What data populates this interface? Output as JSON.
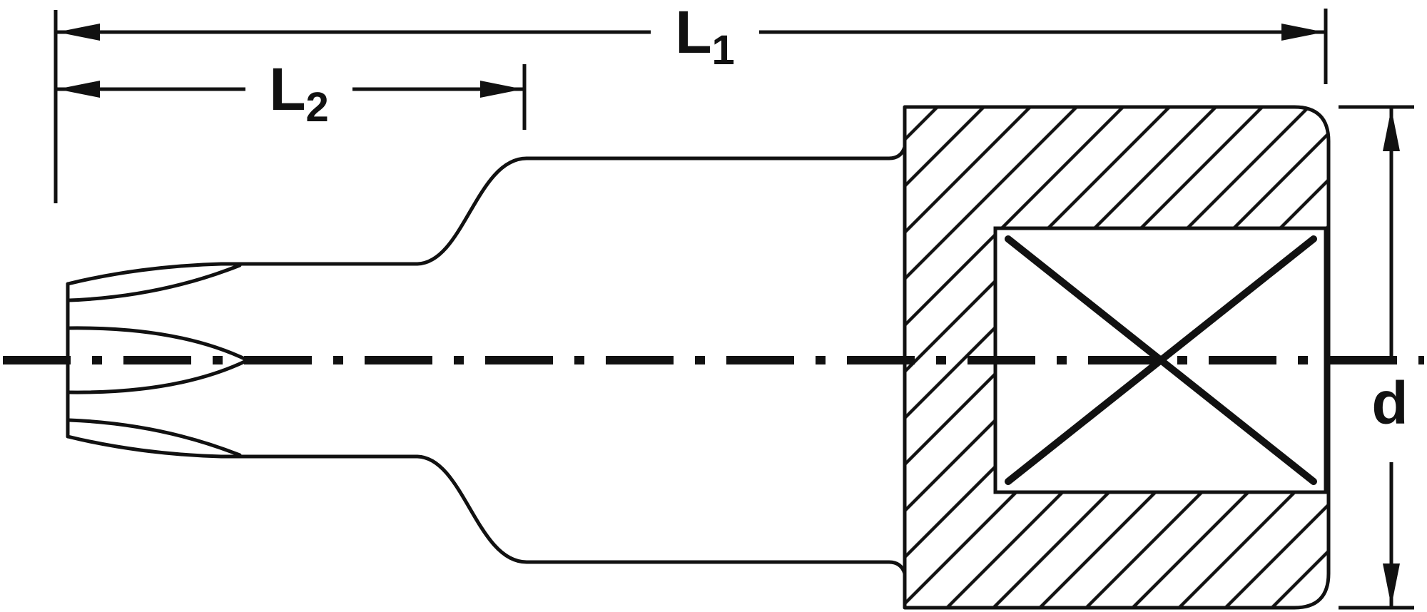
{
  "drawing": {
    "background_color": "#ffffff",
    "line_color": "#111111",
    "dimension_labels": {
      "L1": {
        "text": "L",
        "subscript": "1"
      },
      "L2": {
        "text": "L",
        "subscript": "2"
      },
      "d": {
        "text": "d",
        "subscript": ""
      }
    }
  }
}
